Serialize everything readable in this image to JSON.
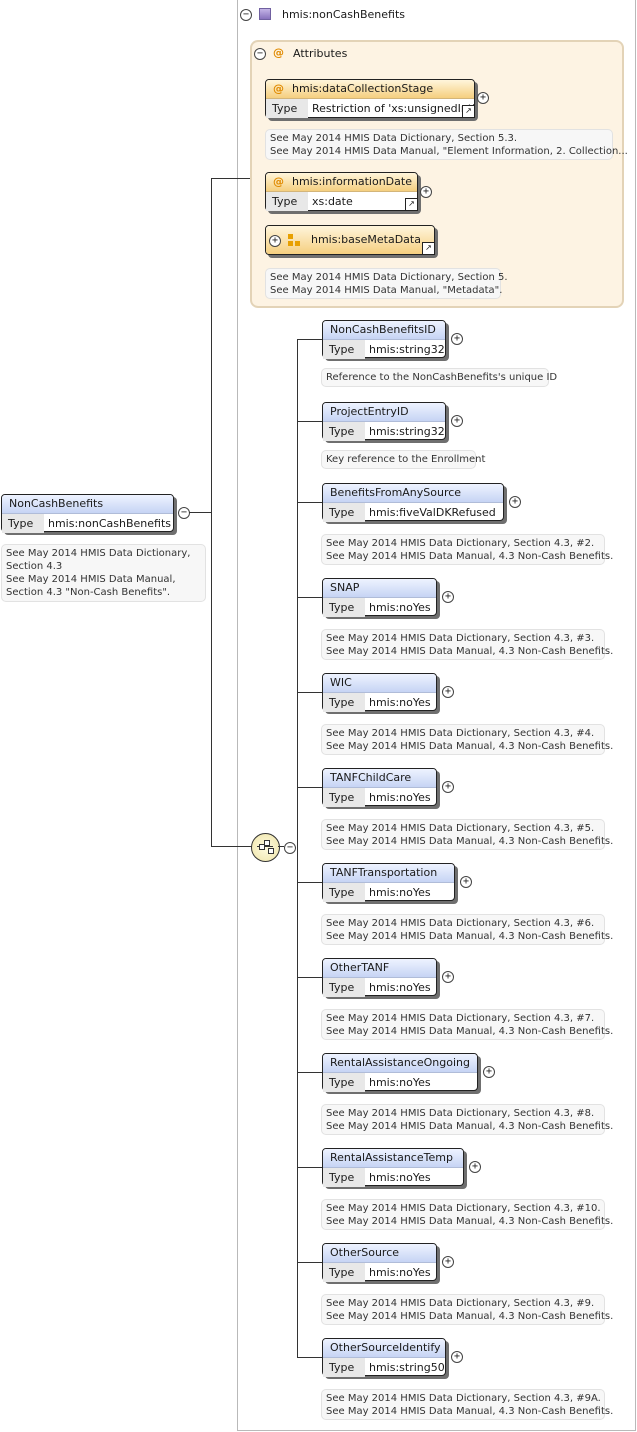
{
  "root": {
    "name": "NonCashBenefits",
    "type_label": "Type",
    "type_value": "hmis:nonCashBenefits",
    "doc": [
      "See May 2014 HMIS Data Dictionary,",
      "Section 4.3",
      "See May 2014 HMIS Data Manual,",
      "Section 4.3 \"Non-Cash Benefits\"."
    ]
  },
  "complex_type": {
    "name": "hmis:nonCashBenefits"
  },
  "attributes": {
    "title": "Attributes",
    "items": [
      {
        "name": "hmis:dataCollectionStage",
        "type_label": "Type",
        "type_value": "Restriction of 'xs:unsignedInt'",
        "doc": [
          "See May 2014 HMIS Data Dictionary, Section 5.3.",
          "See May 2014 HMIS Data Manual, \"Element Information, 2. Collection..."
        ]
      },
      {
        "name": "hmis:informationDate",
        "type_label": "Type",
        "type_value": "xs:date",
        "doc": []
      },
      {
        "name": "hmis:baseMetaData",
        "doc": [
          "See May 2014 HMIS Data Dictionary, Section 5.",
          "See May 2014 HMIS Data Manual, \"Metadata\"."
        ]
      }
    ]
  },
  "elements": [
    {
      "name": "NonCashBenefitsID",
      "type_label": "Type",
      "type_value": "hmis:string32",
      "doc": [
        "Reference to the NonCashBenefits's unique ID"
      ]
    },
    {
      "name": "ProjectEntryID",
      "type_label": "Type",
      "type_value": "hmis:string32",
      "doc": [
        "Key reference to the Enrollment"
      ]
    },
    {
      "name": "BenefitsFromAnySource",
      "type_label": "Type",
      "type_value": "hmis:fiveValDKRefused",
      "doc": [
        "See May 2014 HMIS Data Dictionary, Section 4.3, #2.",
        "See May 2014 HMIS Data Manual, 4.3 Non-Cash Benefits."
      ]
    },
    {
      "name": "SNAP",
      "type_label": "Type",
      "type_value": "hmis:noYes",
      "doc": [
        "See May 2014 HMIS Data Dictionary, Section 4.3, #3.",
        "See May 2014 HMIS Data Manual, 4.3 Non-Cash Benefits."
      ]
    },
    {
      "name": "WIC",
      "type_label": "Type",
      "type_value": "hmis:noYes",
      "doc": [
        "See May 2014 HMIS Data Dictionary, Section 4.3, #4.",
        "See May 2014 HMIS Data Manual, 4.3 Non-Cash Benefits."
      ]
    },
    {
      "name": "TANFChildCare",
      "type_label": "Type",
      "type_value": "hmis:noYes",
      "doc": [
        "See May 2014 HMIS Data Dictionary, Section 4.3, #5.",
        "See May 2014 HMIS Data Manual, 4.3 Non-Cash Benefits."
      ]
    },
    {
      "name": "TANFTransportation",
      "type_label": "Type",
      "type_value": "hmis:noYes",
      "doc": [
        "See May 2014 HMIS Data Dictionary, Section 4.3, #6.",
        "See May 2014 HMIS Data Manual, 4.3 Non-Cash Benefits."
      ]
    },
    {
      "name": "OtherTANF",
      "type_label": "Type",
      "type_value": "hmis:noYes",
      "doc": [
        "See May 2014 HMIS Data Dictionary, Section 4.3, #7.",
        "See May 2014 HMIS Data Manual, 4.3 Non-Cash Benefits."
      ]
    },
    {
      "name": "RentalAssistanceOngoing",
      "type_label": "Type",
      "type_value": "hmis:noYes",
      "doc": [
        "See May 2014 HMIS Data Dictionary, Section 4.3, #8.",
        "See May 2014 HMIS Data Manual, 4.3 Non-Cash Benefits."
      ]
    },
    {
      "name": "RentalAssistanceTemp",
      "type_label": "Type",
      "type_value": "hmis:noYes",
      "doc": [
        "See May 2014 HMIS Data Dictionary, Section 4.3, #10.",
        "See May 2014 HMIS Data Manual, 4.3 Non-Cash Benefits."
      ]
    },
    {
      "name": "OtherSource",
      "type_label": "Type",
      "type_value": "hmis:noYes",
      "doc": [
        "See May 2014 HMIS Data Dictionary, Section 4.3, #9.",
        "See May 2014 HMIS Data Manual, 4.3 Non-Cash Benefits."
      ]
    },
    {
      "name": "OtherSourceIdentify",
      "type_label": "Type",
      "type_value": "hmis:string50",
      "doc": [
        "See May 2014 HMIS Data Dictionary, Section 4.3, #9A.",
        "See May 2014 HMIS Data Manual, 4.3 Non-Cash Benefits."
      ]
    }
  ]
}
